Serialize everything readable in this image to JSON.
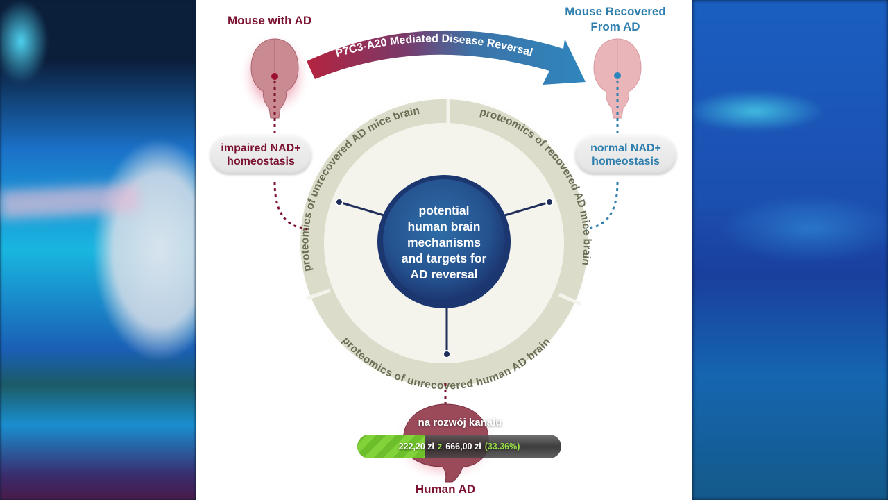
{
  "diagram": {
    "left_title": "Mouse with AD",
    "right_title_line1": "Mouse Recovered",
    "right_title_line2": "From AD",
    "bottom_title": "Human AD",
    "arrow_label": "P7C3-A20 Mediated Disease Reversal",
    "left_pill_line1": "impaired NAD+",
    "left_pill_line2": "homeostasis",
    "right_pill_line1": "normal NAD+",
    "right_pill_line2": "homeostasis",
    "ring_segments": [
      "proteomics of unrecovered AD mice brain",
      "proteomics of recovered AD mice brain",
      "proteomics of unrecovered human AD brain"
    ],
    "center_lines": [
      "potential",
      "human brain",
      "mechanisms",
      "and targets for",
      "AD reversal"
    ],
    "colors": {
      "disease_red": "#7a1230",
      "recovered_blue": "#2e7fae",
      "center_navy": "#1f3f7a",
      "ring_beige": "#dcdccb",
      "ring_text": "#6b6e55"
    }
  },
  "donation": {
    "label": "na rozwój kanału",
    "current": "222,20 zł",
    "separator": "z",
    "goal": "666,00 zł",
    "percent_text": "(33.36%)",
    "progress_fraction": 0.3336
  }
}
